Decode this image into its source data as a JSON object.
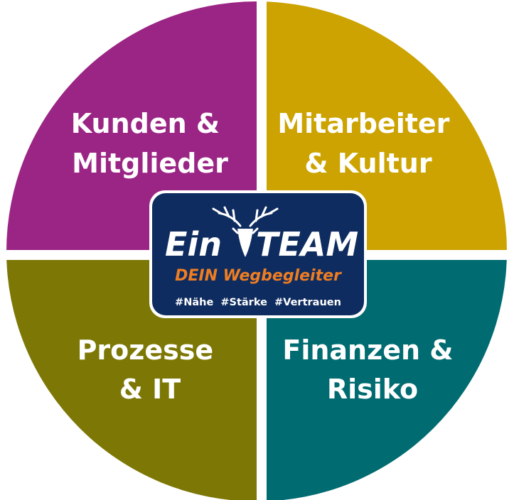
{
  "colors": {
    "quadrant_top_left": "#9b2585",
    "quadrant_top_right": "#cca300",
    "quadrant_bottom_left": "#7d7806",
    "quadrant_bottom_right": "#006b70",
    "logo_background": "#0e2c5f",
    "logo_accent": "#ee7d22",
    "separator": "#ffffff"
  },
  "quadrants": {
    "top_left": {
      "line1": "Kunden &",
      "line2": "Mitglieder"
    },
    "top_right": {
      "line1": "Mitarbeiter",
      "line2": "& Kultur"
    },
    "bottom_left": {
      "line1": "Prozesse",
      "line2": "& IT"
    },
    "bottom_right": {
      "line1": "Finanzen &",
      "line2": "Risiko"
    }
  },
  "logo": {
    "title_left": "Ein",
    "title_right": "TEAM",
    "subtitle": "DEIN Wegbegleiter",
    "hashtags": "#Nähe  #Stärke  #Vertrauen",
    "icon": "stag-head-icon"
  }
}
